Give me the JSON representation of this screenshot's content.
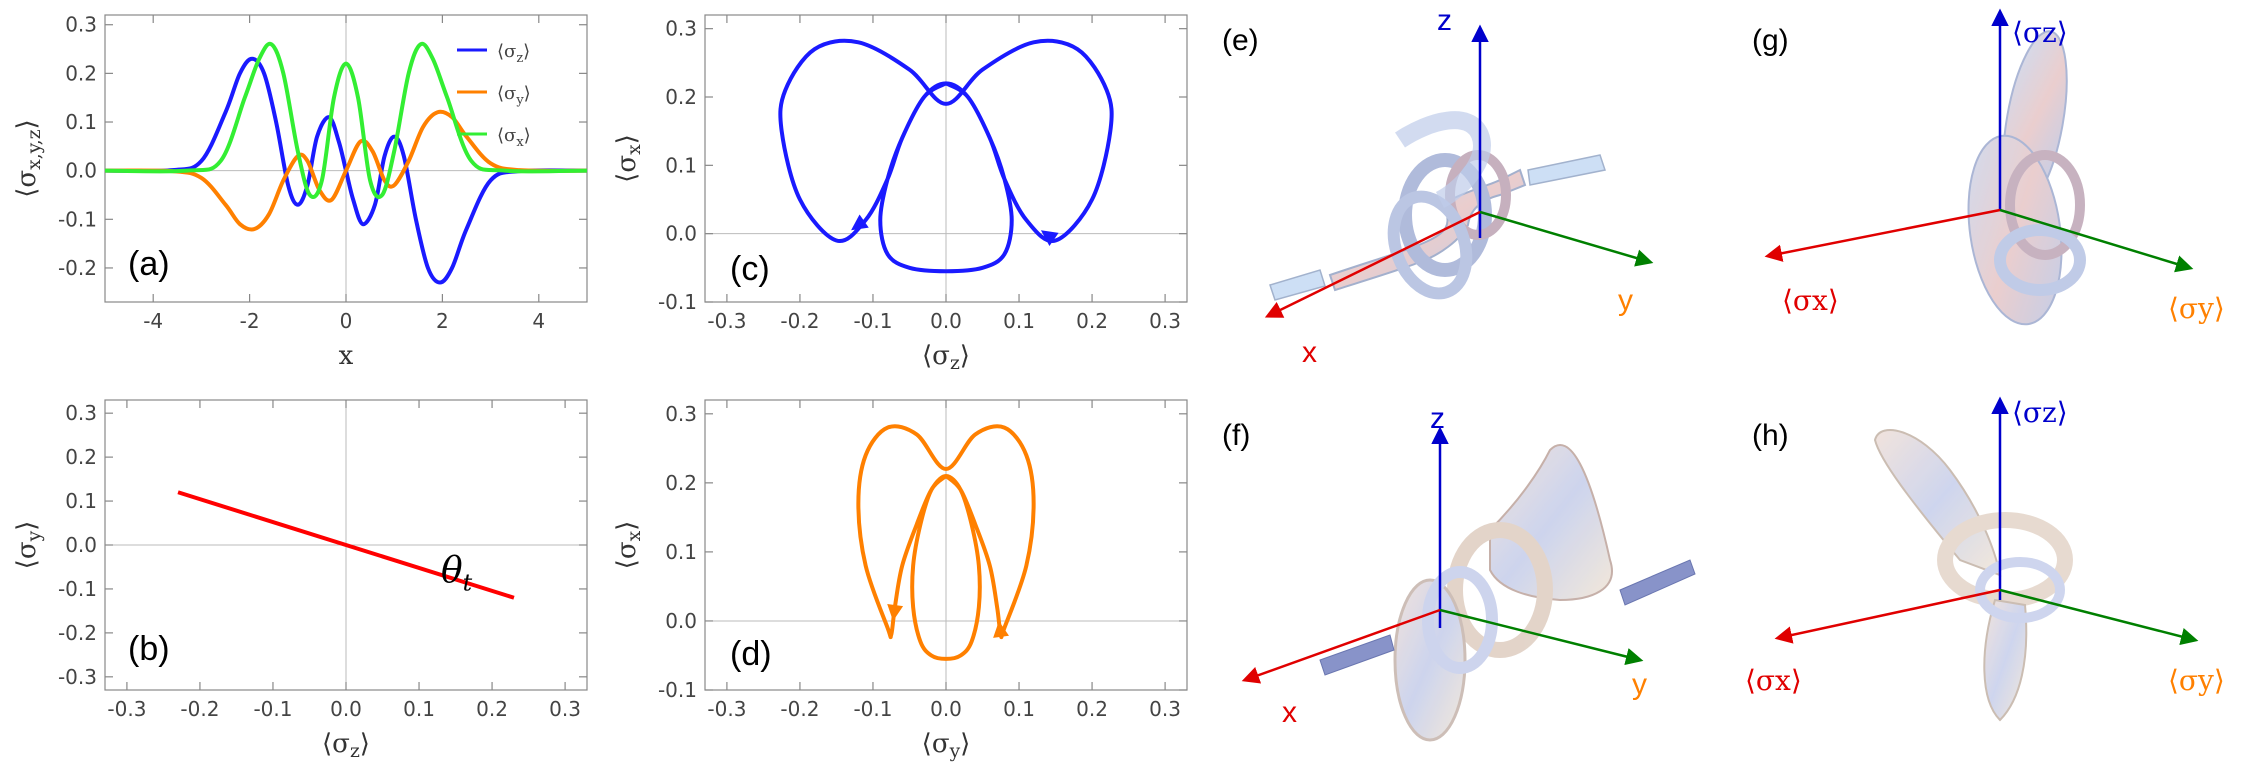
{
  "colors": {
    "z": "#1a1aff",
    "y": "#ff8000",
    "x": "#33ee33",
    "line": "#ff0000",
    "axis_x": "#e00000",
    "axis_y": "#008000",
    "axis_z": "#0000cc"
  },
  "chart_data": [
    {
      "panel": "(a)",
      "type": "line",
      "xlabel": "x",
      "ylabel": "⟨σx,y,z⟩",
      "xlim": [
        -5,
        5
      ],
      "ylim": [
        -0.27,
        0.32
      ],
      "xticks": [
        -4,
        -2,
        0,
        2,
        4
      ],
      "xtick_labels": [
        "-4",
        "-2",
        "0",
        "2",
        "4"
      ],
      "yticks": [
        -0.2,
        -0.1,
        0.0,
        0.1,
        0.2,
        0.3
      ],
      "ytick_labels": [
        "-0.2",
        "-0.1",
        "0.0",
        "0.1",
        "0.2",
        "0.3"
      ],
      "legend": "top-right",
      "series": [
        {
          "name": "⟨σz⟩",
          "color": "#1a1aff",
          "x": [
            -5,
            -3.6,
            -3.0,
            -2.5,
            -2.2,
            -1.95,
            -1.7,
            -1.45,
            -1.2,
            -1.0,
            -0.8,
            -0.6,
            -0.35,
            -0.15,
            0,
            0.15,
            0.35,
            0.6,
            0.8,
            1.0,
            1.2,
            1.45,
            1.7,
            1.95,
            2.2,
            2.5,
            3.0,
            3.6,
            5
          ],
          "y": [
            0,
            0.001,
            0.02,
            0.12,
            0.2,
            0.23,
            0.2,
            0.1,
            -0.03,
            -0.07,
            -0.03,
            0.07,
            0.11,
            0.06,
            0,
            -0.06,
            -0.11,
            -0.07,
            0.03,
            0.07,
            0.03,
            -0.1,
            -0.2,
            -0.23,
            -0.2,
            -0.12,
            -0.02,
            -0.001,
            0
          ]
        },
        {
          "name": "⟨σy⟩",
          "color": "#ff8000",
          "x": [
            -5,
            -3.6,
            -3.0,
            -2.5,
            -2.2,
            -1.9,
            -1.6,
            -1.3,
            -1.0,
            -0.8,
            -0.55,
            -0.3,
            0,
            0.3,
            0.55,
            0.8,
            1.0,
            1.3,
            1.6,
            1.9,
            2.2,
            2.5,
            3.0,
            3.6,
            5
          ],
          "y": [
            0,
            -0.001,
            -0.015,
            -0.07,
            -0.11,
            -0.12,
            -0.09,
            -0.02,
            0.03,
            0.02,
            -0.04,
            -0.06,
            0,
            0.06,
            0.04,
            -0.02,
            -0.03,
            0.02,
            0.09,
            0.12,
            0.11,
            0.07,
            0.015,
            0.001,
            0
          ]
        },
        {
          "name": "⟨σx⟩",
          "color": "#33ee33",
          "x": [
            -5,
            -3.3,
            -2.6,
            -2.1,
            -1.8,
            -1.55,
            -1.3,
            -1.0,
            -0.75,
            -0.5,
            -0.25,
            0,
            0.25,
            0.5,
            0.75,
            1.0,
            1.3,
            1.55,
            1.8,
            2.1,
            2.6,
            3.3,
            5
          ],
          "y": [
            0,
            0,
            0.02,
            0.15,
            0.23,
            0.26,
            0.2,
            0.04,
            -0.05,
            -0.02,
            0.15,
            0.22,
            0.15,
            -0.02,
            -0.05,
            0.04,
            0.2,
            0.26,
            0.23,
            0.15,
            0.02,
            0,
            0
          ]
        }
      ]
    },
    {
      "panel": "(b)",
      "type": "line",
      "xlabel": "⟨σz⟩",
      "ylabel": "⟨σy⟩",
      "xlim": [
        -0.33,
        0.33
      ],
      "ylim": [
        -0.33,
        0.33
      ],
      "xticks": [
        -0.3,
        -0.2,
        -0.1,
        0.0,
        0.1,
        0.2,
        0.3
      ],
      "xtick_labels": [
        "-0.3",
        "-0.2",
        "-0.1",
        "0.0",
        "0.1",
        "0.2",
        "0.3"
      ],
      "yticks": [
        -0.3,
        -0.2,
        -0.1,
        0.0,
        0.1,
        0.2,
        0.3
      ],
      "ytick_labels": [
        "-0.3",
        "-0.2",
        "-0.1",
        "0.0",
        "0.1",
        "0.2",
        "0.3"
      ],
      "annotation": "θt",
      "series": [
        {
          "color": "#ff0000",
          "x": [
            -0.23,
            0.23
          ],
          "y": [
            0.12,
            -0.12
          ]
        }
      ]
    },
    {
      "panel": "(c)",
      "type": "line",
      "xlabel": "⟨σz⟩",
      "ylabel": "⟨σx⟩",
      "xlim": [
        -0.33,
        0.33
      ],
      "ylim": [
        -0.1,
        0.32
      ],
      "xticks": [
        -0.3,
        -0.2,
        -0.1,
        0.0,
        0.1,
        0.2,
        0.3
      ],
      "xtick_labels": [
        "-0.3",
        "-0.2",
        "-0.1",
        "0.0",
        "0.1",
        "0.2",
        "0.3"
      ],
      "yticks": [
        -0.1,
        0.0,
        0.1,
        0.2,
        0.3
      ],
      "ytick_labels": [
        "-0.1",
        "0.0",
        "0.1",
        "0.2",
        "0.3"
      ],
      "series": [
        {
          "color": "#1a1aff",
          "x": [
            0,
            -0.03,
            -0.06,
            -0.08,
            -0.09,
            -0.08,
            -0.05,
            0,
            0.05,
            0.08,
            0.09,
            0.08,
            0.06,
            0.03,
            0,
            -0.03,
            -0.06,
            -0.08,
            -0.11,
            -0.15,
            -0.2,
            -0.225,
            -0.22,
            -0.18,
            -0.12,
            -0.05,
            0,
            0.05,
            0.12,
            0.18,
            0.22,
            0.225,
            0.2,
            0.15,
            0.11,
            0.08,
            0.06,
            0.03,
            0
          ],
          "y": [
            0.22,
            0.2,
            0.14,
            0.08,
            0.02,
            -0.03,
            -0.05,
            -0.055,
            -0.05,
            -0.03,
            0.02,
            0.08,
            0.14,
            0.2,
            0.22,
            0.2,
            0.14,
            0.08,
            0.02,
            -0.01,
            0.05,
            0.15,
            0.21,
            0.27,
            0.28,
            0.24,
            0.19,
            0.24,
            0.28,
            0.27,
            0.21,
            0.15,
            0.05,
            -0.01,
            0.02,
            0.08,
            0.14,
            0.2,
            0.22
          ]
        }
      ]
    },
    {
      "panel": "(d)",
      "type": "line",
      "xlabel": "⟨σy⟩",
      "ylabel": "⟨σx⟩",
      "xlim": [
        -0.33,
        0.33
      ],
      "ylim": [
        -0.1,
        0.32
      ],
      "xticks": [
        -0.3,
        -0.2,
        -0.1,
        0.0,
        0.1,
        0.2,
        0.3
      ],
      "xtick_labels": [
        "-0.3",
        "-0.2",
        "-0.1",
        "0.0",
        "0.1",
        "0.2",
        "0.3"
      ],
      "yticks": [
        -0.1,
        0.0,
        0.1,
        0.2,
        0.3
      ],
      "ytick_labels": [
        "-0.1",
        "0.0",
        "0.1",
        "0.2",
        "0.3"
      ],
      "series": [
        {
          "color": "#ff8000",
          "x": [
            0,
            -0.02,
            -0.035,
            -0.045,
            -0.045,
            -0.035,
            -0.02,
            0,
            0.02,
            0.035,
            0.045,
            0.045,
            0.035,
            0.02,
            0,
            -0.02,
            -0.04,
            -0.06,
            -0.07,
            -0.075,
            -0.08,
            -0.11,
            -0.12,
            -0.11,
            -0.08,
            -0.04,
            0,
            0.04,
            0.08,
            0.11,
            0.12,
            0.11,
            0.08,
            0.075,
            0.07,
            0.06,
            0.04,
            0.02,
            0
          ],
          "y": [
            0.21,
            0.19,
            0.14,
            0.08,
            0.02,
            -0.03,
            -0.05,
            -0.055,
            -0.05,
            -0.03,
            0.02,
            0.08,
            0.14,
            0.19,
            0.21,
            0.19,
            0.14,
            0.08,
            0.02,
            -0.02,
            -0.01,
            0.08,
            0.17,
            0.24,
            0.28,
            0.27,
            0.22,
            0.27,
            0.28,
            0.24,
            0.17,
            0.08,
            -0.01,
            -0.02,
            0.02,
            0.08,
            0.14,
            0.19,
            0.21
          ]
        }
      ]
    }
  ],
  "panels3d": [
    {
      "label": "(e)",
      "x_label": "x",
      "y_label": "y",
      "z_label": "z"
    },
    {
      "label": "(f)",
      "x_label": "x",
      "y_label": "y",
      "z_label": "z"
    },
    {
      "label": "(g)",
      "x_label": "⟨σx⟩",
      "y_label": "⟨σy⟩",
      "z_label": "⟨σz⟩"
    },
    {
      "label": "(h)",
      "x_label": "⟨σx⟩",
      "y_label": "⟨σy⟩",
      "z_label": "⟨σz⟩"
    }
  ]
}
